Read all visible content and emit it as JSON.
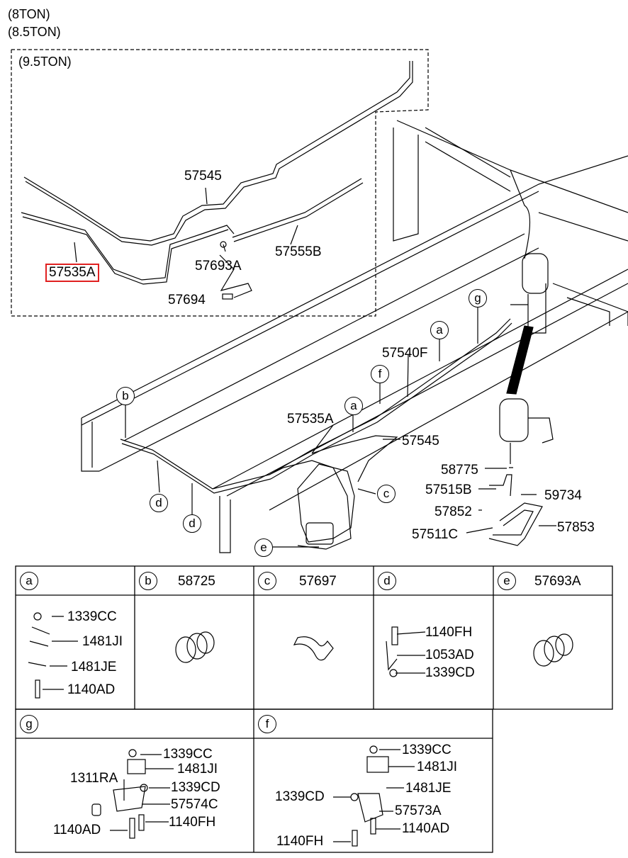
{
  "headings": [
    "(8TON)",
    "(8.5TON)",
    "(9.5TON)"
  ],
  "upper_labels": {
    "p57545_top": "57545",
    "p57555B": "57555B",
    "p57693A": "57693A",
    "p57535A_top": "57535A",
    "p57694": "57694"
  },
  "main_labels": {
    "p57540F": "57540F",
    "p57535A": "57535A",
    "p57545": "57545",
    "p58775": "58775",
    "p57515B": "57515B",
    "p59734": "59734",
    "p57852": "57852",
    "p57853": "57853",
    "p57511C": "57511C"
  },
  "callouts": [
    "a",
    "b",
    "c",
    "d",
    "e",
    "f",
    "g"
  ],
  "table": {
    "a": {
      "key": "a",
      "parts": [
        "1339CC",
        "1481JI",
        "1481JE",
        "1140AD"
      ]
    },
    "b": {
      "key": "b",
      "title": "58725"
    },
    "c": {
      "key": "c",
      "title": "57697"
    },
    "d": {
      "key": "d",
      "parts": [
        "1140FH",
        "1053AD",
        "1339CD"
      ]
    },
    "e": {
      "key": "e",
      "title": "57693A"
    },
    "g": {
      "key": "g",
      "parts": [
        "1339CC",
        "1481JI",
        "1311RA",
        "1339CD",
        "57574C",
        "1140AD",
        "1140FH"
      ]
    },
    "f": {
      "key": "f",
      "parts": [
        "1339CC",
        "1481JI",
        "1339CD",
        "1481JE",
        "57573A",
        "1140AD",
        "1140FH"
      ]
    }
  }
}
